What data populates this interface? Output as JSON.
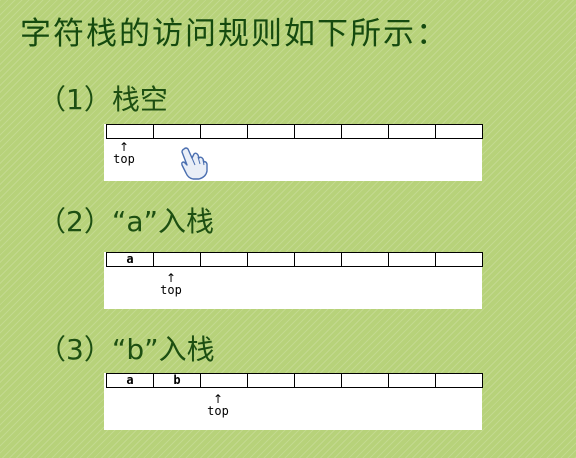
{
  "title": "字符栈的访问规则如下所示：",
  "steps": [
    {
      "label": "（1）栈空",
      "cells": [
        "",
        "",
        "",
        "",
        "",
        "",
        "",
        ""
      ],
      "pointer_label": "top",
      "pointer_index": 0
    },
    {
      "label": "（2）“a”入栈",
      "cells": [
        "a",
        "",
        "",
        "",
        "",
        "",
        "",
        ""
      ],
      "pointer_label": "top",
      "pointer_index": 1
    },
    {
      "label": "（3）“b”入栈",
      "cells": [
        "a",
        "b",
        "",
        "",
        "",
        "",
        "",
        ""
      ],
      "pointer_label": "top",
      "pointer_index": 2
    }
  ],
  "arrow_glyph": "↑",
  "icons": {
    "cursor": "pointing-hand-icon"
  },
  "colors": {
    "background": "#b7d27a",
    "title_text": "#154a0f",
    "panel": "#ffffff"
  }
}
